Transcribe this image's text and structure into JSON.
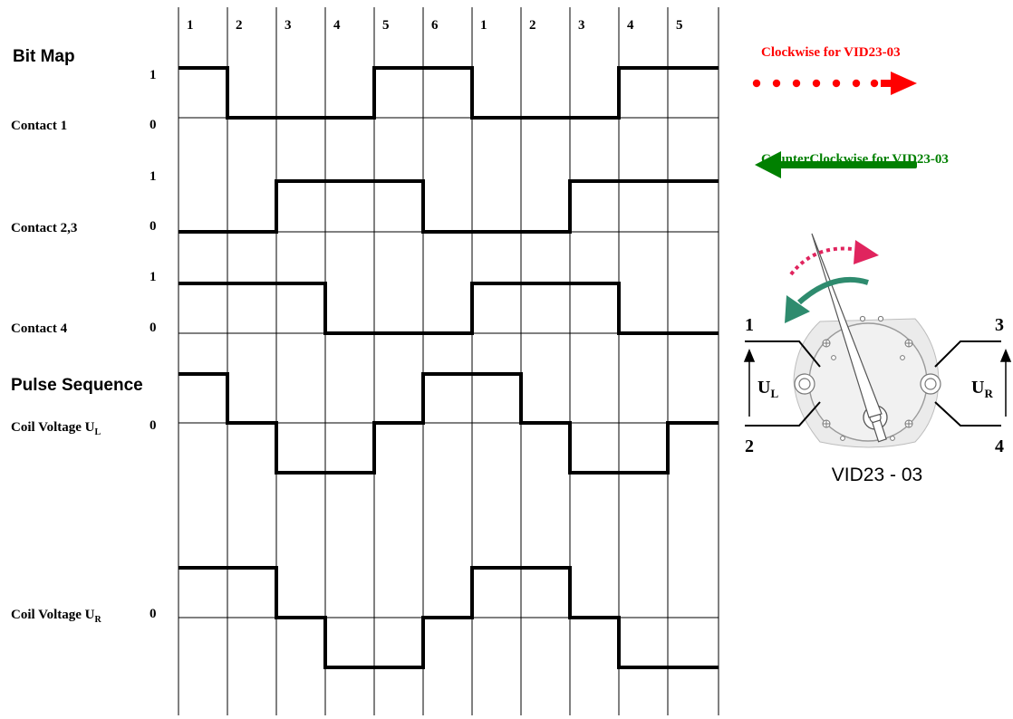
{
  "step_numbers": [
    "1",
    "2",
    "3",
    "4",
    "5",
    "6",
    "1",
    "2",
    "3",
    "4",
    "5"
  ],
  "sections": {
    "bit_map": "Bit Map",
    "pulse_sequence": "Pulse Sequence"
  },
  "levels": {
    "high": "1",
    "low": "0"
  },
  "rows": [
    {
      "key": "contact1",
      "label": "Contact 1",
      "sub": "",
      "type": "digital",
      "values": [
        1,
        0,
        0,
        0,
        1,
        1,
        0,
        0,
        0,
        1
      ]
    },
    {
      "key": "contact23",
      "label": "Contact 2,3",
      "sub": "",
      "type": "digital",
      "values": [
        0,
        0,
        1,
        1,
        1,
        0,
        0,
        0,
        1,
        1
      ]
    },
    {
      "key": "contact4",
      "label": "Contact 4",
      "sub": "",
      "type": "digital",
      "values": [
        1,
        1,
        1,
        0,
        0,
        0,
        1,
        1,
        1,
        0
      ]
    },
    {
      "key": "coilUL",
      "label": "Coil Voltage U",
      "sub": "L",
      "type": "tristate",
      "values": [
        1,
        0,
        -1,
        -1,
        0,
        1,
        1,
        0,
        -1,
        -1,
        0
      ]
    },
    {
      "key": "coilUR",
      "label": "Coil Voltage U",
      "sub": "R",
      "type": "tristate",
      "values": [
        1,
        1,
        0,
        -1,
        -1,
        0,
        1,
        1,
        0,
        -1,
        -1
      ]
    }
  ],
  "legend": {
    "clockwise": "Clockwise for VID23-03",
    "counterclockwise": "CounterClockwise for VID23-03"
  },
  "motor": {
    "name": "VID23 - 03",
    "pins": [
      "1",
      "2",
      "3",
      "4"
    ],
    "coil_left": {
      "main": "U",
      "sub": "L"
    },
    "coil_right": {
      "main": "U",
      "sub": "R"
    }
  },
  "colors": {
    "clockwise": "#ff0000",
    "counterclockwise": "#008000",
    "arc_clockwise": "#e0245e",
    "arc_counterclockwise": "#2e8b6e",
    "motor_body": "#ebebeb",
    "line": "#000000"
  }
}
